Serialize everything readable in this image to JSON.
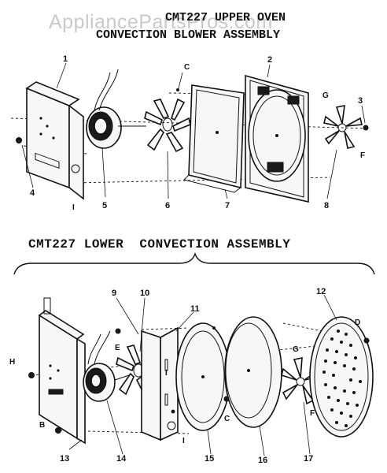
{
  "watermark": "AppliancePartsPros.com",
  "upper": {
    "title_line1": "CMT227 UPPER OVEN",
    "title_line2": "CONVECTION BLOWER ASSEMBLY",
    "callouts": [
      "1",
      "2",
      "3",
      "4",
      "5",
      "6",
      "7",
      "8"
    ],
    "letters": [
      "C",
      "G",
      "F",
      "I"
    ]
  },
  "lower": {
    "title": "CMT227 LOWER  CONVECTION ASSEMBLY",
    "callouts": [
      "9",
      "10",
      "11",
      "12",
      "13",
      "14",
      "15",
      "16",
      "17"
    ],
    "letters": [
      "D",
      "G",
      "E",
      "H",
      "B",
      "C",
      "F",
      "I",
      "I"
    ]
  }
}
